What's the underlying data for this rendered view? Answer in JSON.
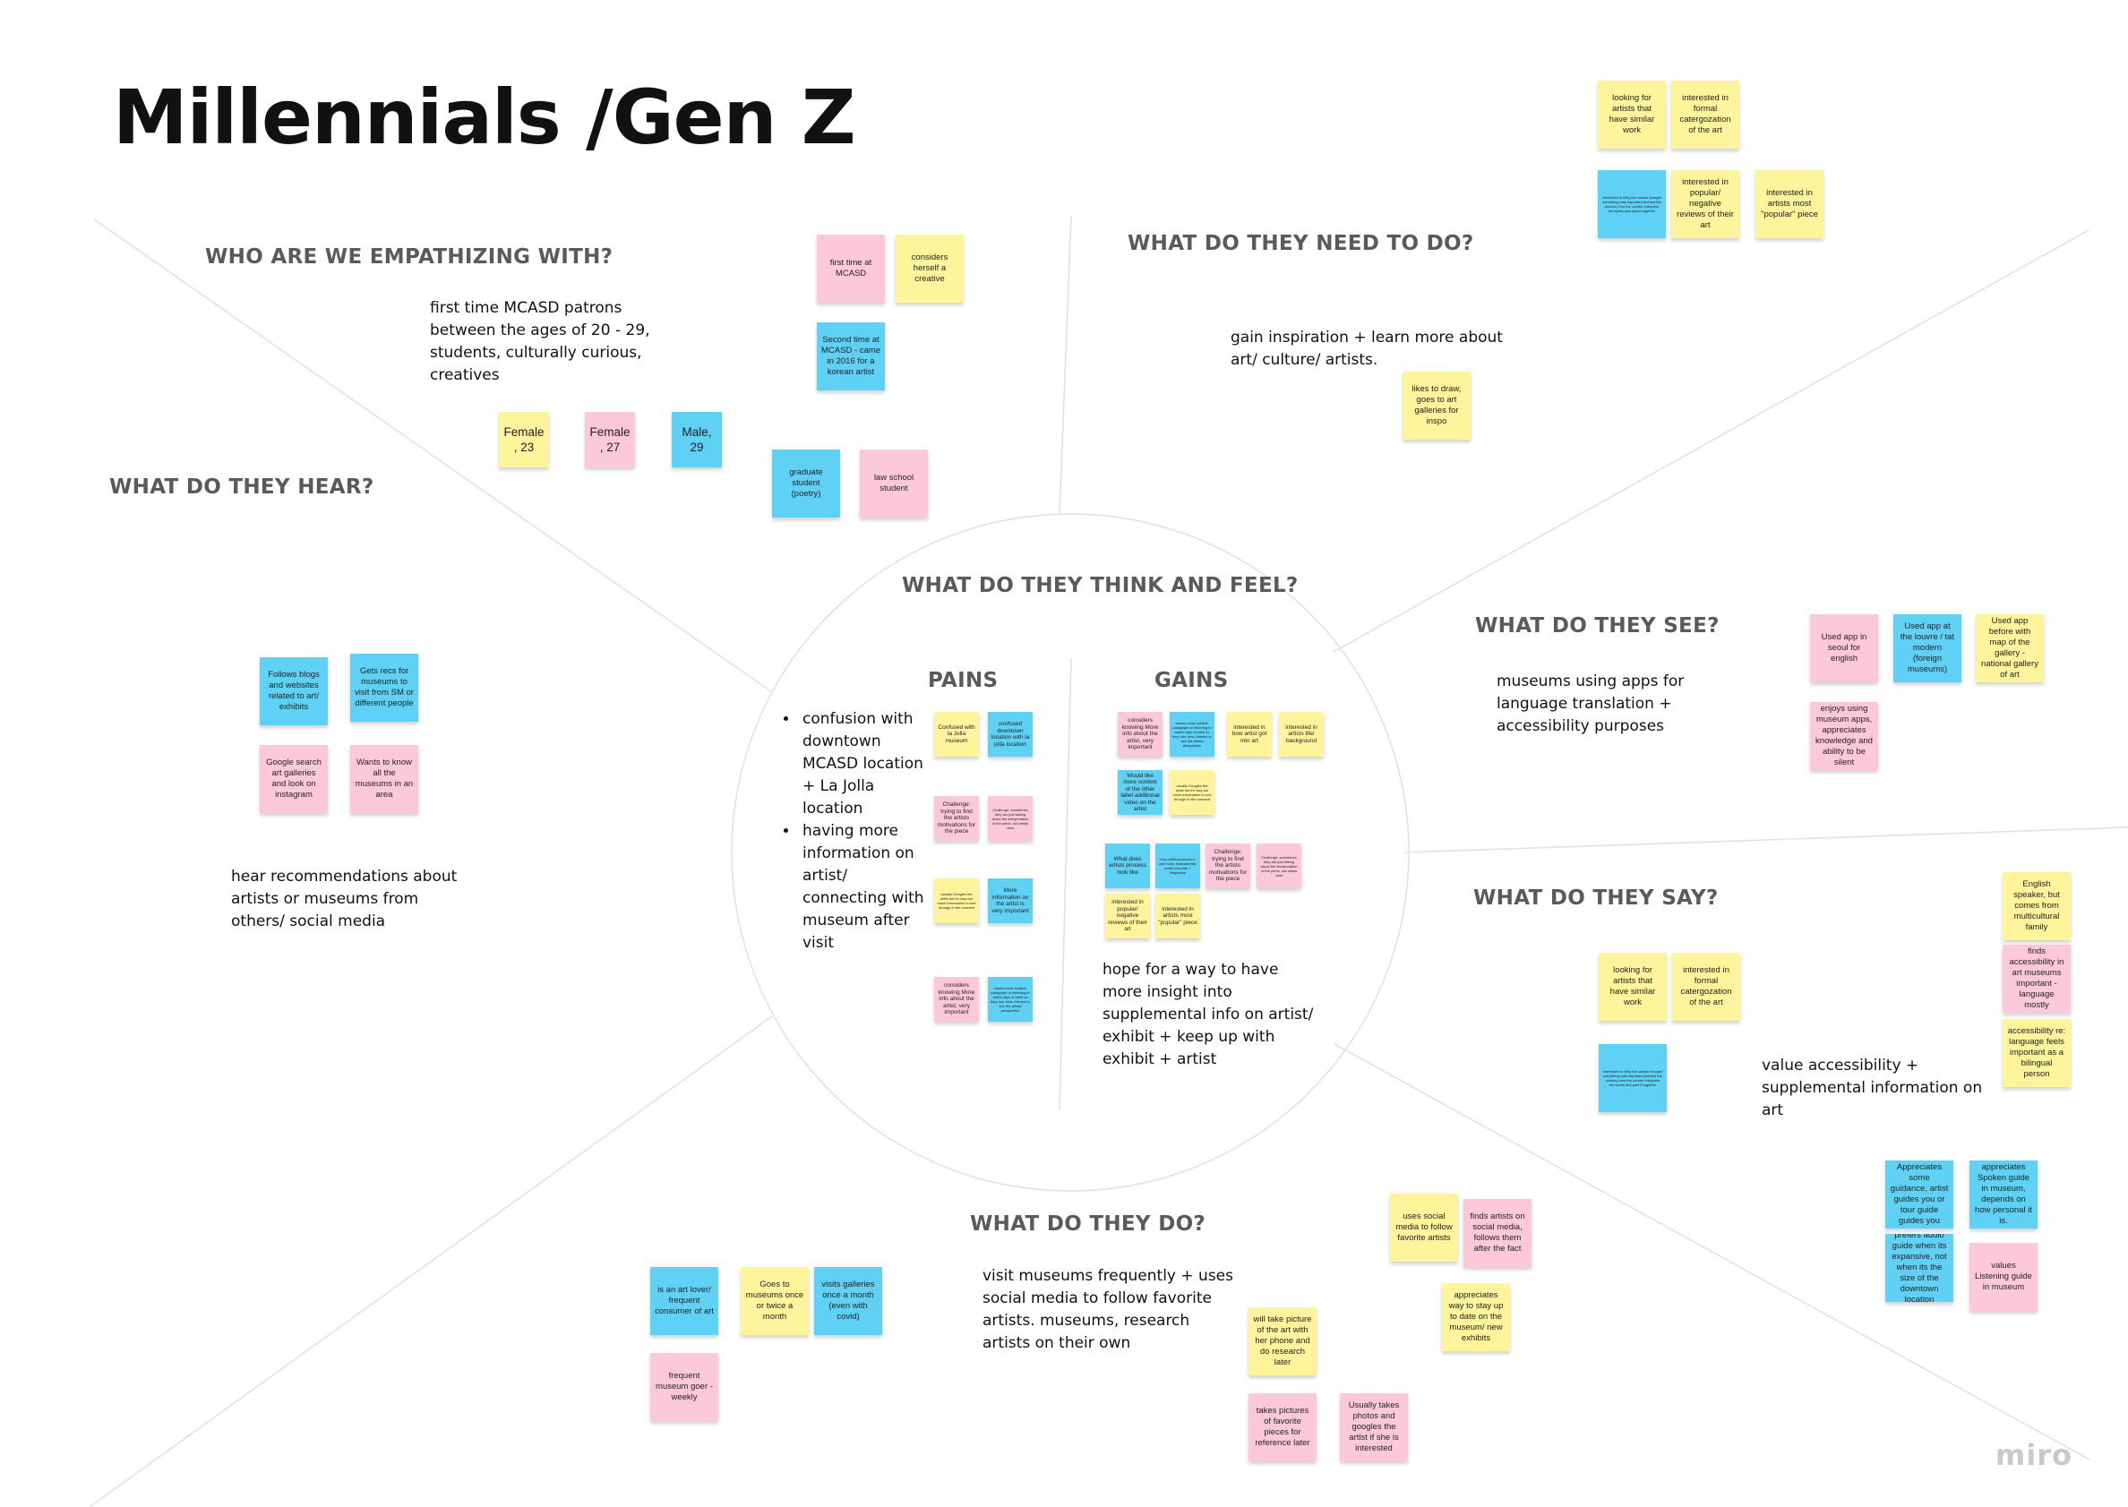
{
  "board": {
    "title": "Millennials /Gen Z",
    "brand": "miro"
  },
  "sections": {
    "who": {
      "heading": "WHO ARE WE EMPATHIZING WITH?",
      "description": "first time MCASD patrons between the ages of 20 - 29, students, culturally curious, creatives"
    },
    "need": {
      "heading": "WHAT DO THEY NEED TO DO?",
      "description": "gain inspiration + learn more about art/ culture/ artists."
    },
    "hear": {
      "heading": "WHAT DO THEY HEAR?",
      "description": "hear recommendations about artists or museums from others/ social media"
    },
    "think": {
      "heading": "WHAT DO THEY THINK AND FEEL?",
      "pains_label": "PAINS",
      "gains_label": "GAINS",
      "pains_bullets": [
        "confusion with downtown MCASD location + La Jolla location",
        "having more information on artist/ connecting with museum after visit"
      ],
      "gains_description": "hope for a way to have more insight into supplemental info on artist/ exhibit + keep up with exhibit + artist"
    },
    "see": {
      "heading": "WHAT DO THEY SEE?",
      "description": "museums using apps for language translation + accessibility purposes"
    },
    "say": {
      "heading": "WHAT DO THEY SAY?",
      "description": "value accessibility + supplemental information on art"
    },
    "do": {
      "heading": "WHAT DO THEY DO?",
      "description": "visit museums frequently + uses social media to follow favorite artists. museums, research artists on their own"
    }
  },
  "colors": {
    "yellow": "#fdf49b",
    "pink": "#fdc8d9",
    "blue": "#5fd1f4",
    "heading": "#5a5a5a",
    "lines": "#e2e2e2"
  },
  "stickies": [
    {
      "text": "looking for artists that have similar work",
      "color": "yellow"
    },
    {
      "text": "interested in formal catergozation of the art",
      "color": "yellow"
    },
    {
      "text": "interested in Why the curator thought something was important (behind the scenes) how the curator interprets the works and puts it together",
      "color": "blue"
    },
    {
      "text": "interested in popular/ negative reviews of their art",
      "color": "yellow"
    },
    {
      "text": "interested in artists most \"popular\" piece",
      "color": "yellow"
    },
    {
      "text": "first time at MCASD",
      "color": "pink"
    },
    {
      "text": "considers herself a creative",
      "color": "yellow"
    },
    {
      "text": "Second time at MCASD - came in 2016 for a korean artist",
      "color": "blue"
    },
    {
      "text": "Female, 23",
      "color": "yellow"
    },
    {
      "text": "Female, 27",
      "color": "pink"
    },
    {
      "text": "Male, 29",
      "color": "blue"
    },
    {
      "text": "graduate student (poetry)",
      "color": "blue"
    },
    {
      "text": "law school student",
      "color": "pink"
    },
    {
      "text": "likes to draw, goes to art galleries for inspo",
      "color": "yellow"
    },
    {
      "text": "Follows blogs and websites related to art/ exhibits",
      "color": "blue"
    },
    {
      "text": "Gets recs for museums to visit from SM or different people",
      "color": "blue"
    },
    {
      "text": "Google search art galleries and look on instagram",
      "color": "pink"
    },
    {
      "text": "Wants to know all the museums in an area",
      "color": "pink"
    },
    {
      "text": "Confused with la Jolla museum",
      "color": "yellow"
    },
    {
      "text": "confused downtown location with la jolla location",
      "color": "blue"
    },
    {
      "text": "Challenge: trying to find the artists motivations for the piece",
      "color": "pink"
    },
    {
      "text": "Challenge: sometimes they are just talking about the interpretation of the piece, not artists view",
      "color": "pink"
    },
    {
      "text": "usually Googles the artist but it's way too much information to sort through in the moment",
      "color": "yellow"
    },
    {
      "text": "More information on the artist is very important",
      "color": "blue"
    },
    {
      "text": "considers knowing More info about the artist, very important",
      "color": "pink"
    },
    {
      "text": "values more context: paragraph or listening to watch clips of artist so they can view, interact to see the artists perspective",
      "color": "blue"
    },
    {
      "text": "considers knowing More info about the artist, very important",
      "color": "pink"
    },
    {
      "text": "values more context: paragraph or listening to watch clips of artist so they can view, interact to see the artists perspective",
      "color": "blue"
    },
    {
      "text": "interested in how artist got into art",
      "color": "yellow"
    },
    {
      "text": "interested in artists life/ background",
      "color": "yellow"
    },
    {
      "text": "Would like more context of the other label additional video on the artist",
      "color": "blue"
    },
    {
      "text": "usually Googles the artist but it's way too much information to sort through in the moment",
      "color": "yellow"
    },
    {
      "text": "What does artists process look like",
      "color": "blue"
    },
    {
      "text": "How artist produces it: own tools, instrumental, audio describe + inspiration",
      "color": "blue"
    },
    {
      "text": "Challenge: trying to find the artists motivations for the piece",
      "color": "pink"
    },
    {
      "text": "Challenge: sometimes they are just talking about the interpretation of the piece, not artists view",
      "color": "pink"
    },
    {
      "text": "interested in popular/ negative reviews of their art",
      "color": "yellow"
    },
    {
      "text": "interested in artists most \"popular\" piece",
      "color": "yellow"
    },
    {
      "text": "Used app in seoul for english",
      "color": "pink"
    },
    {
      "text": "Used app at the louvre / tat modern (foreign museums)",
      "color": "blue"
    },
    {
      "text": "Used app before with map of the gallery - national gallery of art",
      "color": "yellow"
    },
    {
      "text": "enjoys using museum apps, appreciates knowledge and ability to be silent",
      "color": "pink"
    },
    {
      "text": "English speaker, but comes from multicultural family",
      "color": "yellow"
    },
    {
      "text": "finds accessibility in art museums important - language mostly",
      "color": "pink"
    },
    {
      "text": "accessibility re: language feels important as a bilingual person",
      "color": "yellow"
    },
    {
      "text": "looking for artists that have similar work",
      "color": "yellow"
    },
    {
      "text": "interested in formal catergozation of the art",
      "color": "yellow"
    },
    {
      "text": "interested in Why the curator thought something was important (behind the scenes) how the curator interprets the works and puts it together",
      "color": "blue"
    },
    {
      "text": "Appreciates some guidance, artist guides you or tour guide guides you",
      "color": "blue"
    },
    {
      "text": "appreciates Spoken guide in museum, depends on how personal it is.",
      "color": "blue"
    },
    {
      "text": "prefers audio guide when its expansive, not when its the size of the downtown location",
      "color": "blue"
    },
    {
      "text": "values Listening guide in museum",
      "color": "pink"
    },
    {
      "text": "is an art lover/ frequent consumer of art",
      "color": "blue"
    },
    {
      "text": "Goes to museums once or twice a month",
      "color": "yellow"
    },
    {
      "text": "visits galleries once a month (even with covid)",
      "color": "blue"
    },
    {
      "text": "frequent museum goer - weekly",
      "color": "pink"
    },
    {
      "text": "uses social media to follow favorite artists",
      "color": "yellow"
    },
    {
      "text": "finds artists on social media, follows them after the fact",
      "color": "pink"
    },
    {
      "text": "appreciates way to stay up to date on the museum/ new exhibits",
      "color": "yellow"
    },
    {
      "text": "will take picture of the art with her phone and do research later",
      "color": "yellow"
    },
    {
      "text": "takes pictures of favorite pieces for reference later",
      "color": "pink"
    },
    {
      "text": "Usually takes photos and googles the artist if she is interested",
      "color": "pink"
    }
  ]
}
